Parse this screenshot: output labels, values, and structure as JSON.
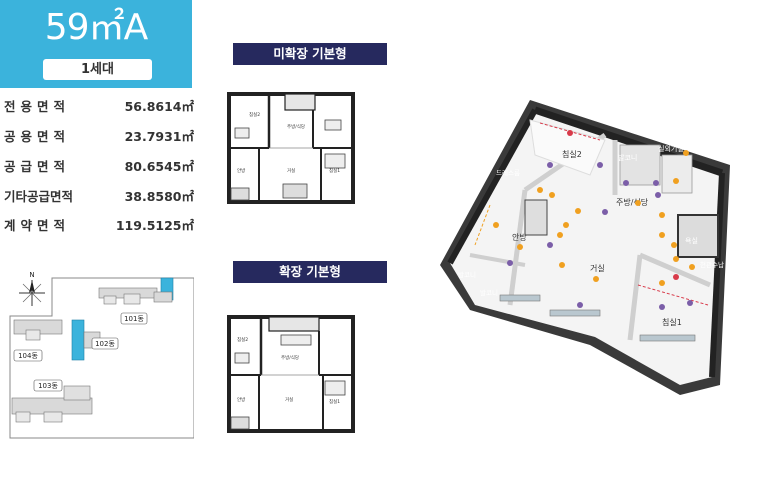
{
  "unit": {
    "title": "59㎡A",
    "count": "1세대"
  },
  "areas": [
    {
      "label": "전용면적",
      "value": "56.8614㎡"
    },
    {
      "label": "공용면적",
      "value": "23.7931㎡"
    },
    {
      "label": "공급면적",
      "value": "80.6545㎡"
    },
    {
      "label": "기타공급면적",
      "value": "38.8580㎡"
    },
    {
      "label": "계약면적",
      "value": "119.5125㎡"
    }
  ],
  "sitemap": {
    "north": "N",
    "buildings": [
      "101동",
      "102동",
      "103동",
      "104동"
    ],
    "highlight_color": "#3bb3dc"
  },
  "plans": {
    "basic": {
      "title": "미확장 기본형"
    },
    "expanded": {
      "title": "확장 기본형"
    }
  },
  "iso_rooms": {
    "bed2": "침실2",
    "laundry": "발코니",
    "utility": "실외기실",
    "kitchen": "주방/식당",
    "dress": "드레스룸",
    "master": "안방",
    "living": "거실",
    "bath": "욕실",
    "entrance": "현관수납",
    "bed1": "침실1",
    "balcony_left": "발코니",
    "balcony_front": "발코니"
  },
  "colors": {
    "brand": "#3bb3dc",
    "header": "#26295e",
    "marker_orange": "#f0a020",
    "marker_purple": "#7b5ea8",
    "marker_red": "#d83a4a"
  }
}
